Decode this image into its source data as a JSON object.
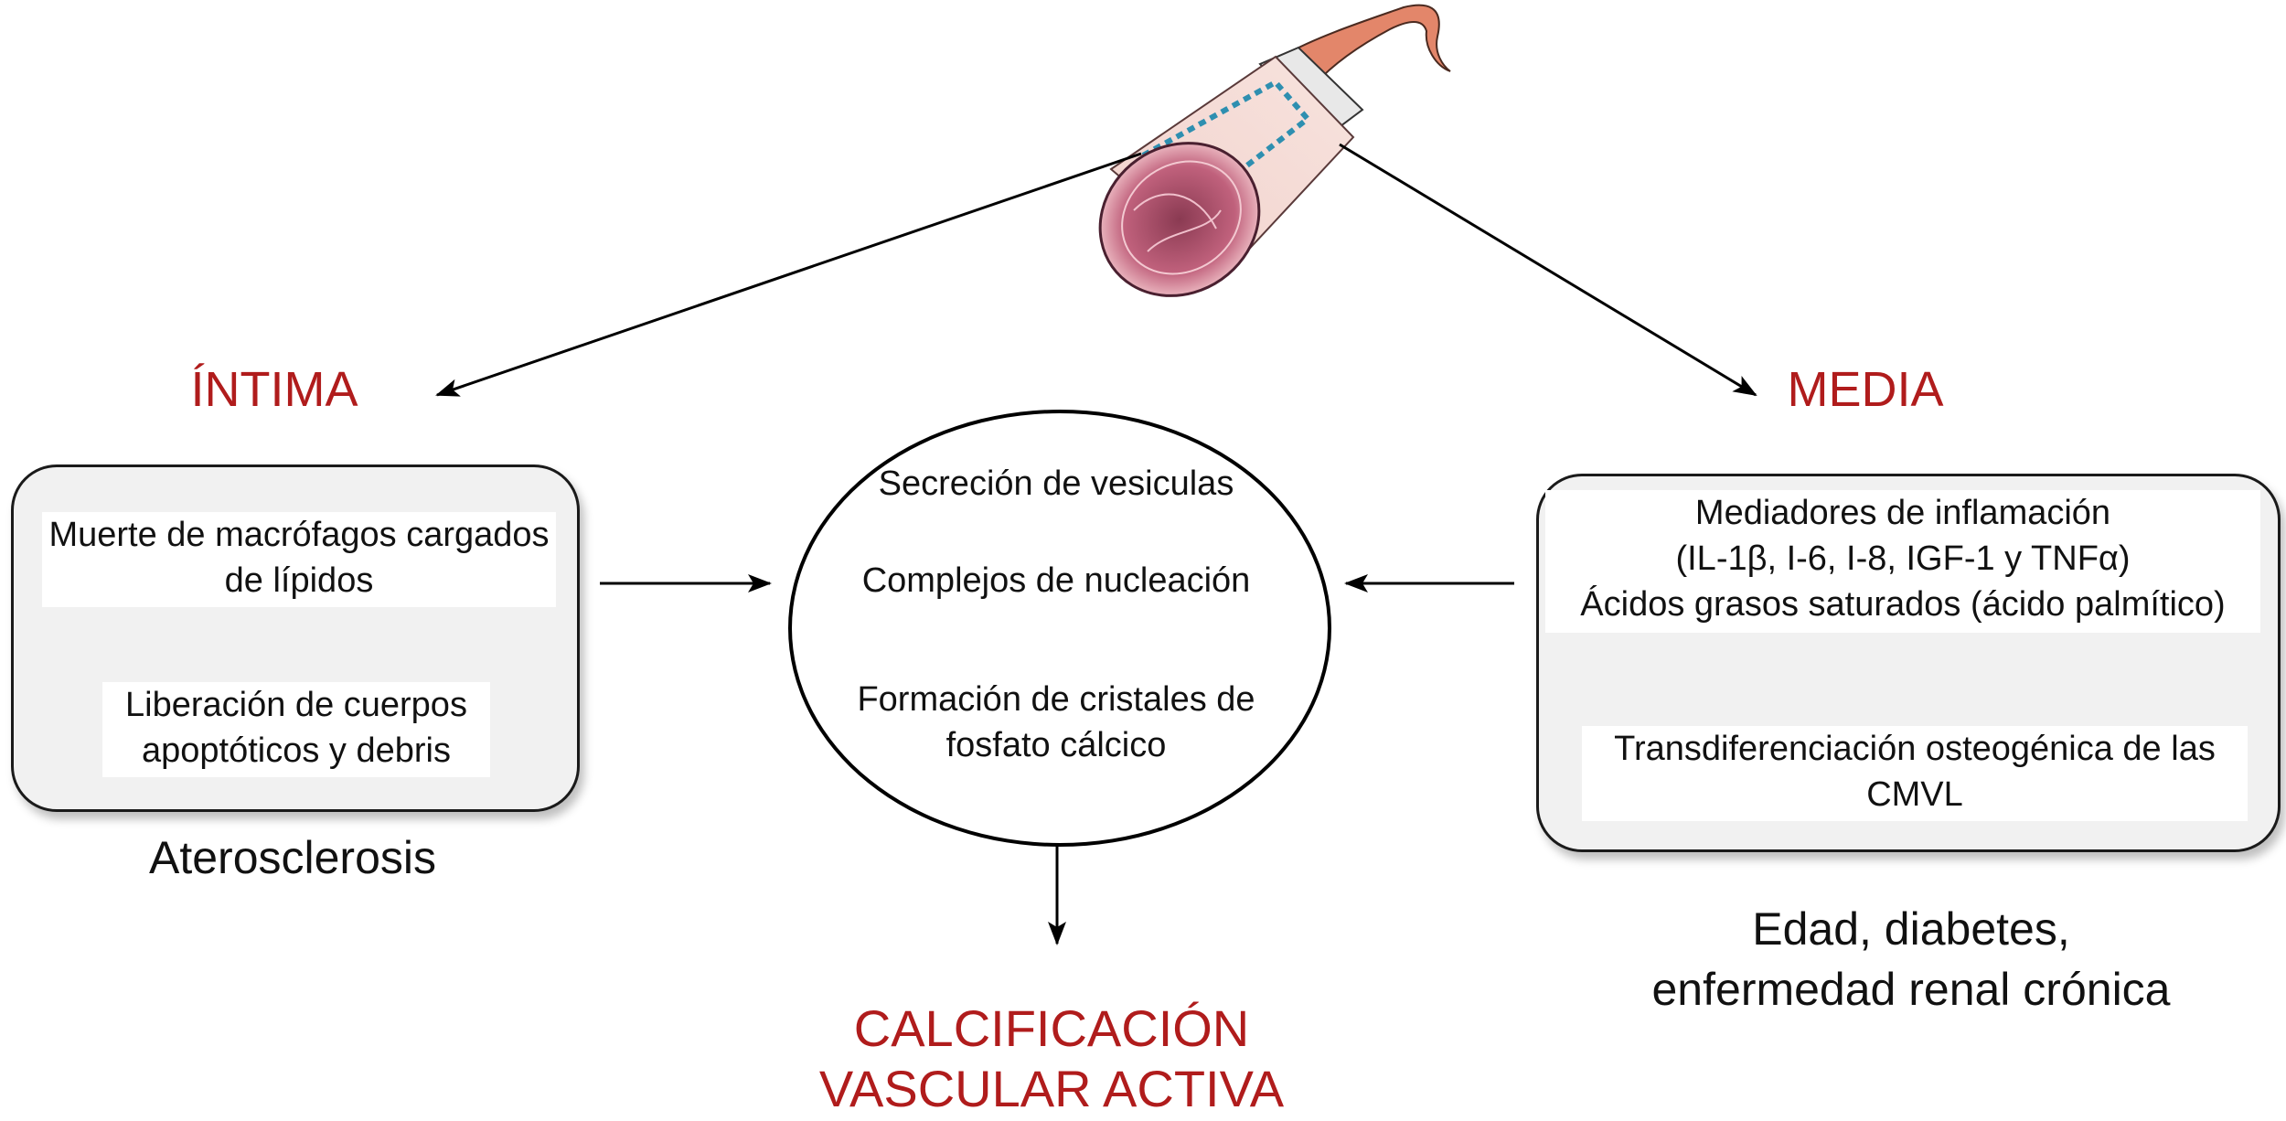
{
  "title_left": "ÍNTIMA",
  "title_right": "MEDIA",
  "left_box": {
    "line1": "Muerte de macrófagos cargados",
    "line2": "de lípidos",
    "line3": "Liberación de cuerpos",
    "line4": "apoptóticos y debris"
  },
  "left_caption": "Aterosclerosis",
  "center": {
    "step1": "Secreción de vesiculas",
    "step2": "Complejos de nucleación",
    "step3_line1": "Formación de cristales de",
    "step3_line2": "fosfato cálcico"
  },
  "right_box": {
    "line1": "Mediadores de inflamación",
    "line2": "(IL-1β, I-6, I-8, IGF-1 y TNFα)",
    "line3": "Ácidos grasos saturados (ácido palmítico)",
    "line4": "Transdiferenciación osteogénica de las",
    "line5": "CMVL"
  },
  "right_caption_line1": "Edad, diabetes,",
  "right_caption_line2": "enfermedad renal crónica",
  "result_line1": "CALCIFICACIÓN",
  "result_line2": "VASCULAR ACTIVA",
  "colors": {
    "accent_red": "#b01c1c",
    "box_fill": "#f1f1f1",
    "artery_pink": "#e8a6a0"
  }
}
